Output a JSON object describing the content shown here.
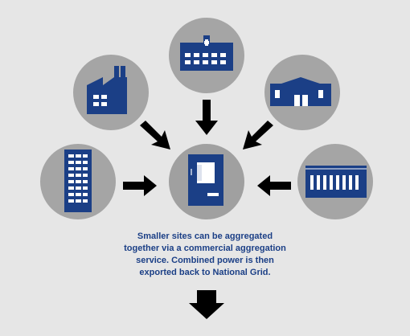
{
  "caption": {
    "line1": "Smaller sites can be aggregated",
    "line2": "together via a commercial aggregation",
    "line3": "service. Combined power is then",
    "line4": "exported back to National Grid."
  },
  "nodes": [
    {
      "icon": "hospital-icon"
    },
    {
      "icon": "factory-icon"
    },
    {
      "icon": "warehouse-icon"
    },
    {
      "icon": "tower-block-icon"
    },
    {
      "icon": "aggregation-unit-icon"
    },
    {
      "icon": "long-building-icon"
    }
  ],
  "colors": {
    "background": "#e6e6e6",
    "circle": "#a5a5a5",
    "icon_blue": "#1b3f86"
  }
}
